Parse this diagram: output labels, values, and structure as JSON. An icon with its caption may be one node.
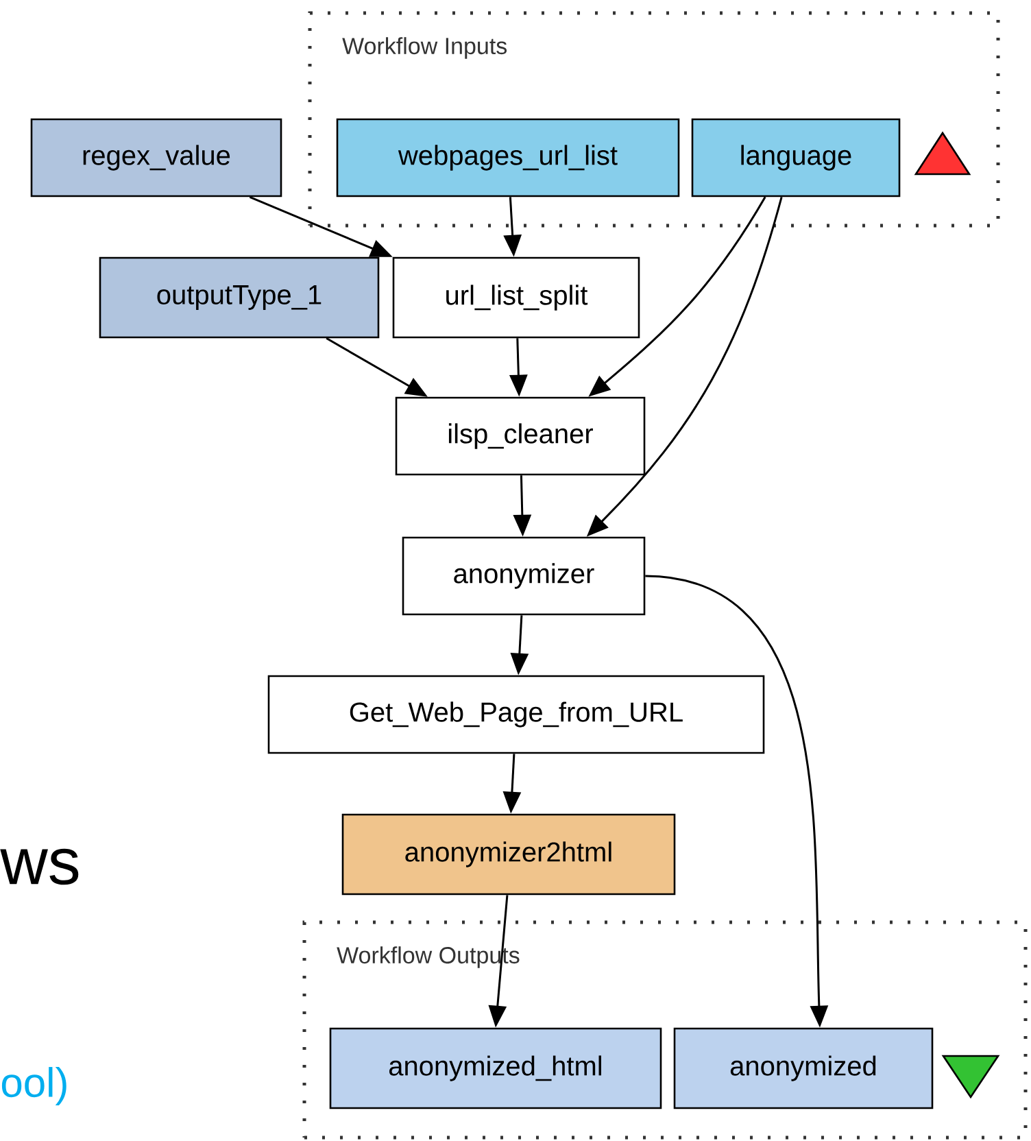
{
  "diagram": {
    "nodes": [
      {
        "text": [
          "Workflow Inputs"
        ]
      },
      {
        "text": [
          "webpages_url_list"
        ],
        "in": 0
      },
      {
        "text": [
          "language"
        ],
        "in": 0
      },
      {
        "text": [
          "regex_value"
        ]
      },
      {
        "text": [
          "outputType_1"
        ]
      },
      {
        "text": [
          "url_list_split"
        ]
      },
      {
        "text": [
          "ilsp_cleaner"
        ]
      },
      {
        "text": [
          "anonymizer"
        ]
      },
      {
        "text": [
          "Get_Web_Page_from_URL"
        ]
      },
      {
        "text": [
          "anonymizer2html"
        ]
      },
      {
        "text": [
          "Workflow Outputs"
        ]
      },
      {
        "text": [
          "anonymized_html"
        ],
        "in": 10
      },
      {
        "text": [
          "anonymized"
        ],
        "in": 10
      }
    ],
    "edges": [
      {
        "from": 3,
        "to": 5,
        "arrow": "to"
      },
      {
        "from": 1,
        "to": 5,
        "arrow": "to"
      },
      {
        "from": 4,
        "to": 6,
        "arrow": "to"
      },
      {
        "from": 5,
        "to": 6,
        "arrow": "to"
      },
      {
        "from": 2,
        "to": 6,
        "arrow": "to"
      },
      {
        "from": 2,
        "to": 7,
        "arrow": "to"
      },
      {
        "from": 6,
        "to": 7,
        "arrow": "to"
      },
      {
        "from": 7,
        "to": 8,
        "arrow": "to"
      },
      {
        "from": 7,
        "to": 12,
        "arrow": "to"
      },
      {
        "from": 8,
        "to": 9,
        "arrow": "to"
      },
      {
        "from": 9,
        "to": 11,
        "arrow": "to"
      }
    ],
    "labels": [
      "ws",
      "ool)"
    ]
  }
}
